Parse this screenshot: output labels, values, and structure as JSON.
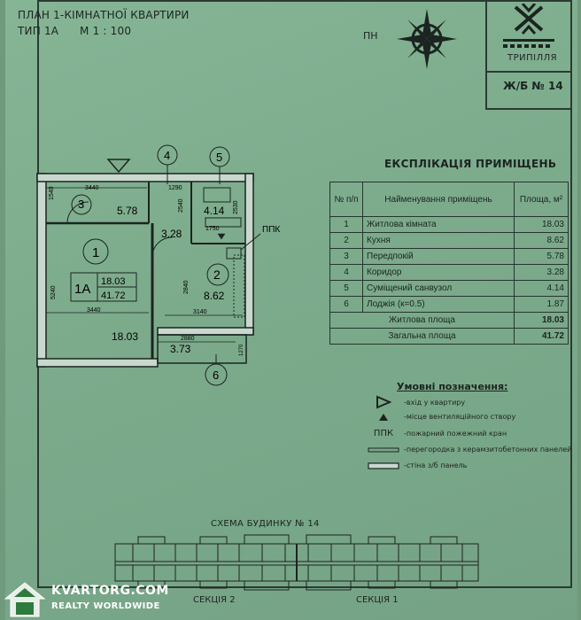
{
  "header": {
    "title": "ПЛАН 1-КІМНАТНОЇ КВАРТИРИ",
    "type_label": "ТИП 1А",
    "scale": "М 1 : 100"
  },
  "compass": {
    "label": "ПН"
  },
  "logo": {
    "name": "ТРИПІЛЛЯ"
  },
  "building": {
    "label": "Ж/Б № 14"
  },
  "plan": {
    "rooms": [
      {
        "num": "1",
        "area": "18.03"
      },
      {
        "num": "2",
        "area": "8.62"
      },
      {
        "num": "3",
        "area": "5.78"
      },
      {
        "num": "4",
        "area": "3.28"
      },
      {
        "num": "5",
        "area": "4.14"
      },
      {
        "num": "6",
        "area": "3.73"
      }
    ],
    "apartment_code": "1А",
    "living_area": "18.03",
    "total_area": "41.72",
    "ppk": "ППК",
    "dims": {
      "d3440a": "3440",
      "d1290": "1290",
      "d1540": "1540",
      "d2540": "2540",
      "d1750": "1750",
      "d2530": "2530",
      "d5240": "5240",
      "d3440b": "3440",
      "d2840": "2840",
      "d3140": "3140",
      "d2880": "2880",
      "d1270": "1270"
    }
  },
  "explication": {
    "title": "ЕКСПЛІКАЦІЯ ПРИМІЩЕНЬ",
    "headers": {
      "num": "№ п/п",
      "name": "Найменування приміщень",
      "area": "Площа, м²"
    },
    "rows": [
      {
        "num": "1",
        "name": "Житлова кімната",
        "area": "18.03"
      },
      {
        "num": "2",
        "name": "Кухня",
        "area": "8.62"
      },
      {
        "num": "3",
        "name": "Передпокій",
        "area": "5.78"
      },
      {
        "num": "4",
        "name": "Коридор",
        "area": "3.28"
      },
      {
        "num": "5",
        "name": "Суміщений санвузол",
        "area": "4.14"
      },
      {
        "num": "6",
        "name": "Лоджія (к=0.5)",
        "area": "1.87"
      }
    ],
    "totals": [
      {
        "name": "Житлова площа",
        "area": "18.03"
      },
      {
        "name": "Загальна площа",
        "area": "41.72"
      }
    ]
  },
  "legend": {
    "title": "Умовні позначення:",
    "items": [
      {
        "symbol": "triangle-outline",
        "text": "-вхід у квартиру"
      },
      {
        "symbol": "triangle-filled",
        "text": "-місце вентиляційного створу"
      },
      {
        "symbol": "ППК",
        "text": "-пожарний пожежний кран"
      },
      {
        "symbol": "thin-wall",
        "text": "-перегородка з керамзитобетонних панелей"
      },
      {
        "symbol": "thick-wall",
        "text": "-стіна з/б панель"
      }
    ]
  },
  "scheme": {
    "title": "СХЕМА БУДИНКУ № 14",
    "sections": [
      "СЕКЦІЯ 2",
      "СЕКЦІЯ 1"
    ]
  },
  "watermark": {
    "brand": "KVARTORG.COM",
    "tagline": "REALTY WORLDWIDE"
  }
}
